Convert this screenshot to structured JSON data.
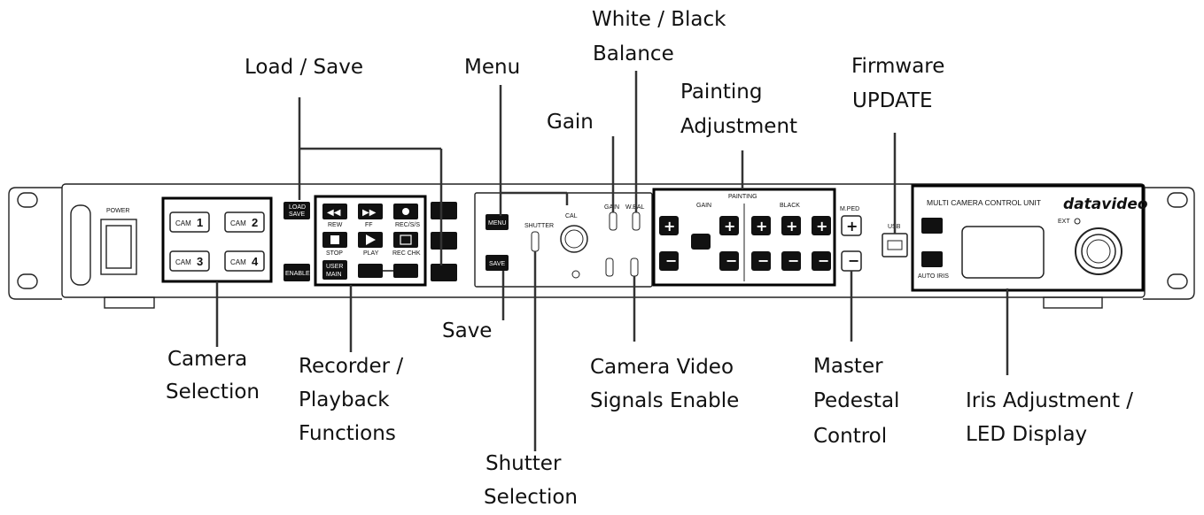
{
  "callouts": {
    "load_save": "Load / Save",
    "menu": "Menu",
    "white_black_1": "White / Black",
    "white_black_2": "Balance",
    "gain": "Gain",
    "painting_1": "Painting",
    "painting_2": "Adjustment",
    "firmware_1": "Firmware",
    "firmware_2": "UPDATE",
    "camera_sel_1": "Camera",
    "camera_sel_2": "Selection",
    "recorder_1": "Recorder /",
    "recorder_2": "Playback",
    "recorder_3": "Functions",
    "save": "Save",
    "shutter_1": "Shutter",
    "shutter_2": "Selection",
    "cam_video_1": "Camera Video",
    "cam_video_2": "Signals Enable",
    "master_1": "Master",
    "master_2": "Pedestal",
    "master_3": "Control",
    "iris_1": "Iris Adjustment /",
    "iris_2": "LED Display"
  },
  "panel": {
    "power": "POWER",
    "cam1": "CAM",
    "cam1n": "1",
    "cam2": "CAM",
    "cam2n": "2",
    "cam3": "CAM",
    "cam3n": "3",
    "cam4": "CAM",
    "cam4n": "4",
    "load": "LOAD",
    "save_small": "SAVE",
    "enable": "ENABLE",
    "rew": "REW",
    "ff": "FF",
    "rec": "REC/S/S",
    "stop": "STOP",
    "play": "PLAY",
    "recchk": "REC CHK",
    "user_main_1": "USER",
    "user_main_2": "MAIN",
    "menu_btn": "MENU",
    "save_btn": "SAVE",
    "shutter": "SHUTTER",
    "cal": "CAL",
    "gain_sw": "GAIN",
    "wbal": "W.BAL",
    "painting": "PAINTING",
    "gain_grp": "GAIN",
    "black_grp": "BLACK",
    "m_ped": "M.PED",
    "usb": "USB",
    "mccu": "MULTI CAMERA CONTROL UNIT",
    "brand": "datavideo",
    "ext": "EXT",
    "auto_iris": "AUTO IRIS"
  }
}
